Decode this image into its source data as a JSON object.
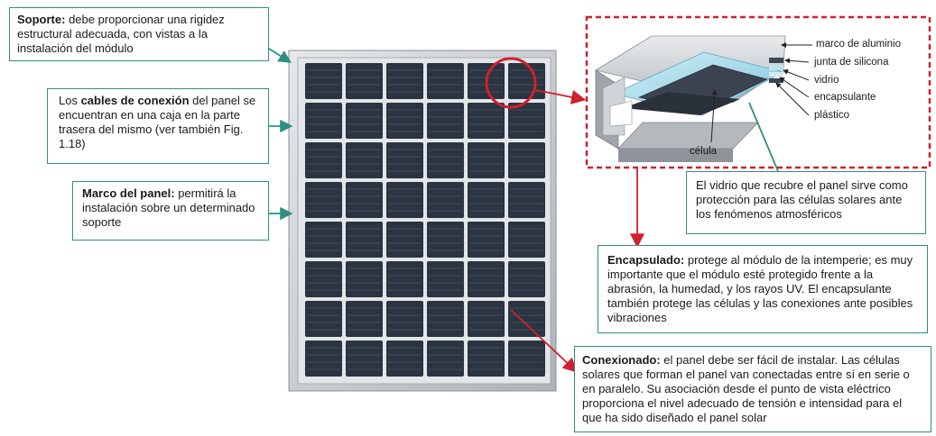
{
  "left_boxes": {
    "soporte": {
      "bold": "Soporte:",
      "text": " debe proporcionar una rigidez estructural adecuada, con vistas a la instalación del módulo"
    },
    "cables": {
      "pre": "Los ",
      "bold": "cables de conexión",
      "text": " del panel se encuentran en una caja en la parte trasera del mismo (ver también Fig. 1.18)"
    },
    "marco": {
      "bold": "Marco del panel:",
      "text": " permitirá la instalación sobre un determinado soporte"
    }
  },
  "detail_labels": {
    "marco_aluminio": "marco de aluminio",
    "junta": "junta de silicona",
    "vidrio": "vidrio",
    "encapsulante": "encapsulante",
    "plastico": "plástico",
    "celula": "célula"
  },
  "right_boxes": {
    "vidrio_box": "El vidrio que recubre el panel sirve como protección para las células solares ante los fenómenos atmosféricos",
    "encapsulado": {
      "bold": "Encapsulado:",
      "text": " protege al módulo de la intemperie; es muy importante que el módulo esté protegido frente a la abrasión, la humedad, y los rayos UV. El encapsulante también protege las células y las conexiones ante posibles vibraciones"
    },
    "conexionado": {
      "bold": "Conexionado:",
      "text": " el panel debe ser fácil de instalar. Las células solares que forman el panel van conectadas entre sí en serie o en paralelo. Su asociación desde el punto de vista eléctrico proporciona el nivel adecuado de tensión e intensidad para el que ha sido diseñado el panel solar"
    }
  },
  "colors": {
    "teal": "#2f8f80",
    "red": "#d0202e",
    "cell": "#2b3441",
    "frame": "#c9cdd1"
  }
}
